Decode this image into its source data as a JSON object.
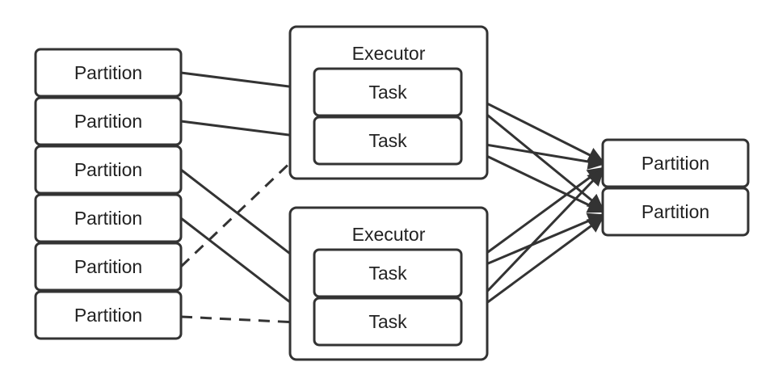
{
  "input_partitions": [
    {
      "label": "Partition"
    },
    {
      "label": "Partition"
    },
    {
      "label": "Partition"
    },
    {
      "label": "Partition"
    },
    {
      "label": "Partition"
    },
    {
      "label": "Partition"
    }
  ],
  "executors": [
    {
      "label": "Executor",
      "tasks": [
        {
          "label": "Task"
        },
        {
          "label": "Task"
        }
      ]
    },
    {
      "label": "Executor",
      "tasks": [
        {
          "label": "Task"
        },
        {
          "label": "Task"
        }
      ]
    }
  ],
  "output_partitions": [
    {
      "label": "Partition"
    },
    {
      "label": "Partition"
    }
  ],
  "colors": {
    "stroke": "#333333",
    "text": "#222222",
    "background": "#ffffff"
  }
}
